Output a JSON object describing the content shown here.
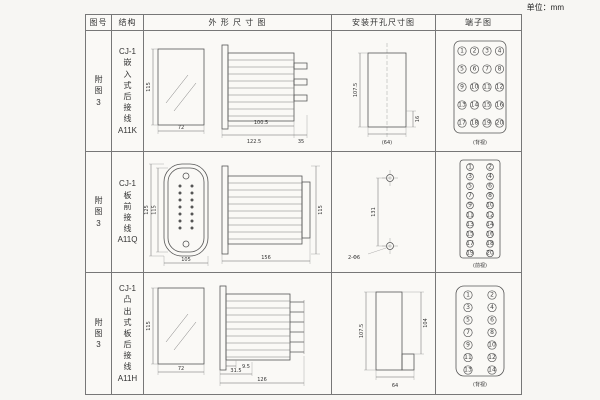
{
  "unit_label": "单位：mm",
  "headers": [
    "图号",
    "结构",
    "外 形 尺 寸 图",
    "安装开孔尺寸图",
    "端子图"
  ],
  "rows": [
    {
      "figure": "附\n图\n3",
      "structure": "CJ-1\n嵌\n入\n式\n后\n接\n线\nA11K"
    },
    {
      "figure": "附\n图\n3",
      "structure": "CJ-1\n板\n前\n接\n线\nA11Q"
    },
    {
      "figure": "附\n图\n3",
      "structure": "CJ-1\n凸\n出\n式\n板\n后\n接\n线\nA11H"
    }
  ],
  "dims": {
    "r1": {
      "front_h": "115",
      "front_w": "72",
      "body_l": "100.5",
      "overall_l": "122.5",
      "tail_l": "35",
      "cut_h": "107.5",
      "cut_w": "16",
      "cut_span": "(64)"
    },
    "r2": {
      "front_h": "115",
      "front_h2": "125",
      "front_w": "105",
      "overall_l": "156",
      "side_h": "115",
      "hole_span": "131",
      "hole_note": "2-Φ6"
    },
    "r3": {
      "front_h": "115",
      "front_w": "72",
      "pin_l": "9.5",
      "step_l": "31.5",
      "overall_l": "126",
      "cut_h": "107.5",
      "cut_h2": "104",
      "cut_w": "64"
    }
  },
  "terminal_grids": {
    "a11k": {
      "view": "(背视)",
      "labels": [
        "1",
        "2",
        "3",
        "4",
        "5",
        "6",
        "7",
        "8",
        "9",
        "10",
        "11",
        "12",
        "13",
        "14",
        "15",
        "16",
        "17",
        "18",
        "19",
        "20"
      ]
    },
    "a11q": {
      "view": "(前视)",
      "labels": [
        "1",
        "2",
        "3",
        "4",
        "5",
        "6",
        "7",
        "8",
        "9",
        "10",
        "11",
        "12",
        "13",
        "14",
        "15",
        "16",
        "17",
        "18",
        "19",
        "20"
      ]
    },
    "a11h": {
      "view": "(背视)",
      "labels": [
        "1",
        "2",
        "3",
        "4",
        "5",
        "6",
        "7",
        "8",
        "9",
        "10",
        "11",
        "12",
        "13",
        "14"
      ]
    }
  }
}
